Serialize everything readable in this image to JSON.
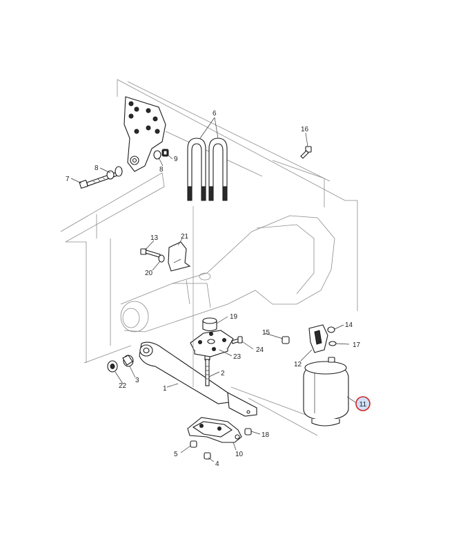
{
  "callouts": [
    {
      "id": "c1",
      "label": "1"
    },
    {
      "id": "c2",
      "label": "2"
    },
    {
      "id": "c3",
      "label": "3"
    },
    {
      "id": "c4",
      "label": "4"
    },
    {
      "id": "c5",
      "label": "5"
    },
    {
      "id": "c6",
      "label": "6"
    },
    {
      "id": "c7",
      "label": "7"
    },
    {
      "id": "c8a",
      "label": "8"
    },
    {
      "id": "c8b",
      "label": "8"
    },
    {
      "id": "c9",
      "label": "9"
    },
    {
      "id": "c10",
      "label": "10"
    },
    {
      "id": "c11",
      "label": "11"
    },
    {
      "id": "c12",
      "label": "12"
    },
    {
      "id": "c13",
      "label": "13"
    },
    {
      "id": "c14",
      "label": "14"
    },
    {
      "id": "c15",
      "label": "15"
    },
    {
      "id": "c16",
      "label": "16"
    },
    {
      "id": "c17",
      "label": "17"
    },
    {
      "id": "c18",
      "label": "18"
    },
    {
      "id": "c19",
      "label": "19"
    },
    {
      "id": "c20",
      "label": "20"
    },
    {
      "id": "c21",
      "label": "21"
    },
    {
      "id": "c22",
      "label": "22"
    },
    {
      "id": "c23",
      "label": "23"
    },
    {
      "id": "c24",
      "label": "24"
    }
  ],
  "highlighted_callout": "11",
  "colors": {
    "highlight_ring": "#d32020",
    "highlight_fill": "#cfe0f7",
    "line": "#1a1a1a",
    "ghost_line": "#8a8a8a"
  }
}
